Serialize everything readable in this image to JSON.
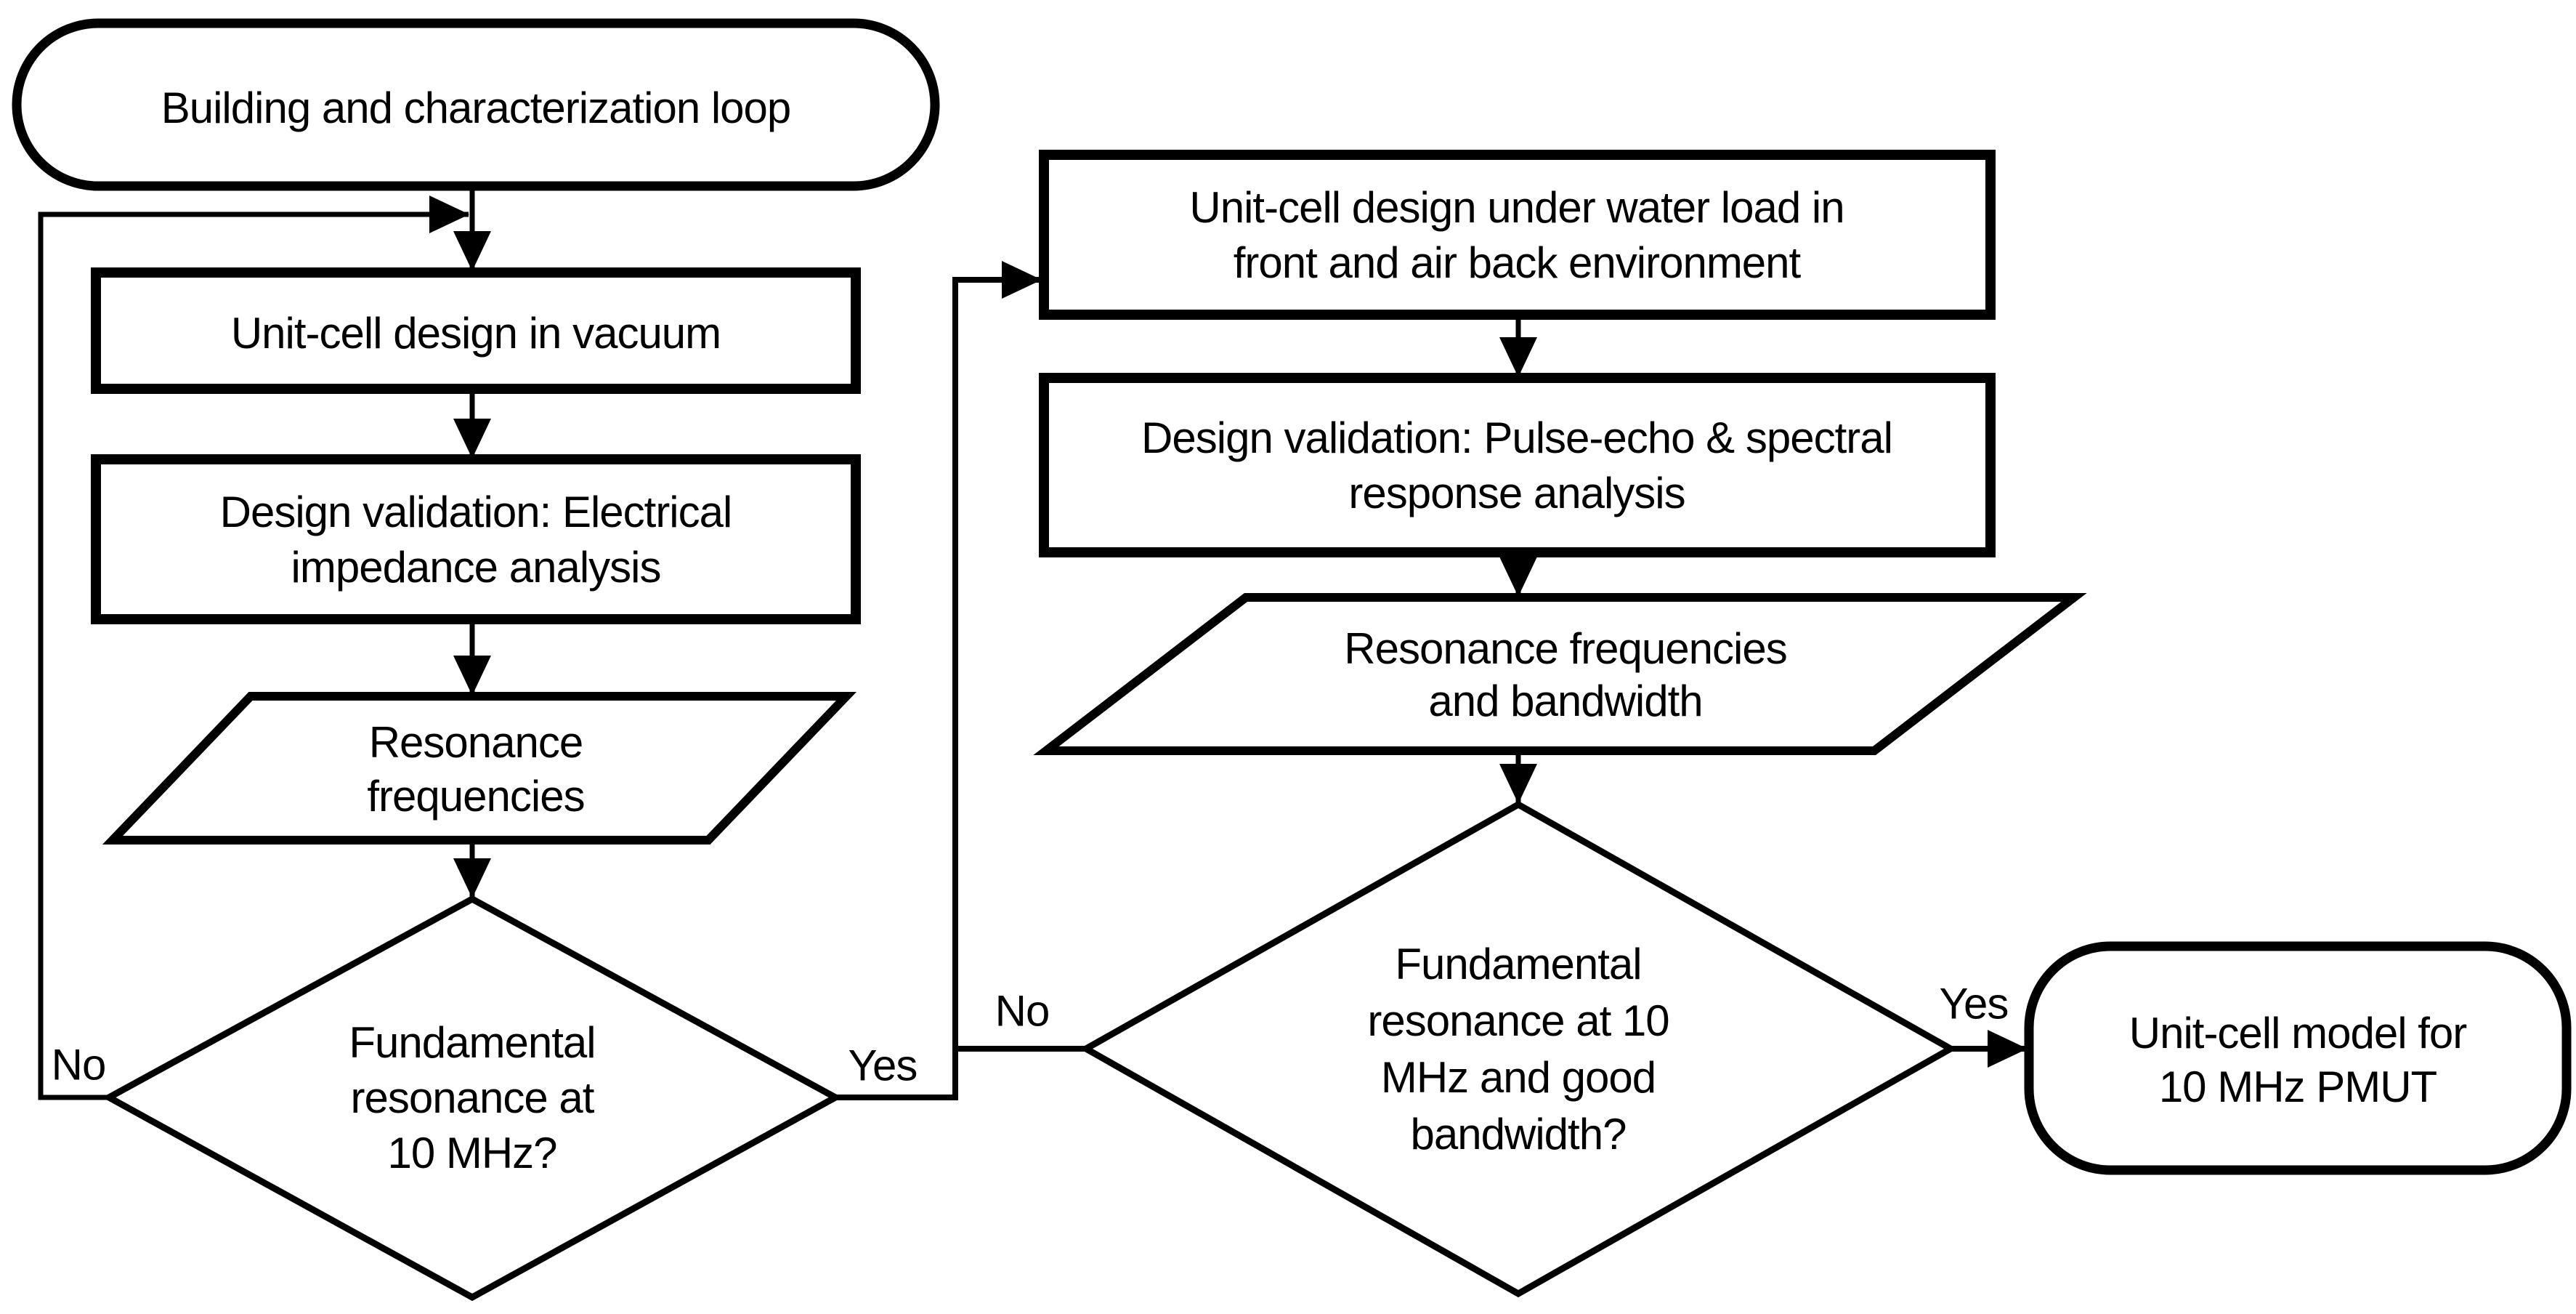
{
  "colors": {
    "background": "#ffffff",
    "shape_fill": "#ffffff",
    "line_color": "#000000",
    "text_color": "#000000"
  },
  "flowchart": {
    "nodes": {
      "start": {
        "shape": "terminator",
        "label": "Building and characterization loop"
      },
      "vacuum_design": {
        "shape": "process",
        "label": "Unit-cell design in vacuum"
      },
      "impedance_validation": {
        "shape": "process",
        "label": "Design validation: Electrical\nimpedance analysis"
      },
      "resonance_frequencies": {
        "shape": "data-parallelogram",
        "label": "Resonance\nfrequencies"
      },
      "resonance_decision": {
        "shape": "decision",
        "label": "Fundamental\nresonance at\n10 MHz?"
      },
      "water_load_design": {
        "shape": "process",
        "label": "Unit-cell design under water load in\nfront and air back environment"
      },
      "pulse_echo_validation": {
        "shape": "process",
        "label": "Design validation: Pulse-echo & spectral\nresponse analysis"
      },
      "resonance_bandwidth": {
        "shape": "data-parallelogram",
        "label": "Resonance frequencies\nand bandwidth"
      },
      "bandwidth_decision": {
        "shape": "decision",
        "label": "Fundamental\nresonance at 10\nMHz and good\nbandwidth?"
      },
      "final_model": {
        "shape": "terminator",
        "label": "Unit-cell model for\n10 MHz PMUT"
      }
    },
    "edge_labels": {
      "decision1_no": "No",
      "decision1_yes": "Yes",
      "decision2_no": "No",
      "decision2_yes": "Yes"
    }
  }
}
